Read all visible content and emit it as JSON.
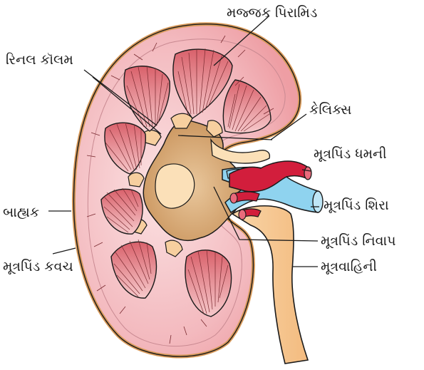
{
  "labels": {
    "medullary_pyramid": "મજ્જક પિરામિડ",
    "renal_column": "રિનલ કૉલમ",
    "calyx": "કેલિક્સ",
    "renal_artery": "મૂત્રપિંડ ધમની",
    "renal_vein": "મૂત્રપિંડ શિરા",
    "cortex": "બાહ્યક",
    "renal_pelvis": "મૂત્રપિંડ નિવાપ",
    "renal_capsule": "મૂત્રપિંડ કવચ",
    "ureter": "મૂત્રવાહિની"
  },
  "colors": {
    "capsule_outline": "#d89a5a",
    "cortex": "#f3c0c4",
    "pyramid": "#e3858c",
    "pelvis": "#d9ae7e",
    "ureter": "#f7c995",
    "artery": "#d21e3c",
    "vein": "#8fd3ef"
  }
}
